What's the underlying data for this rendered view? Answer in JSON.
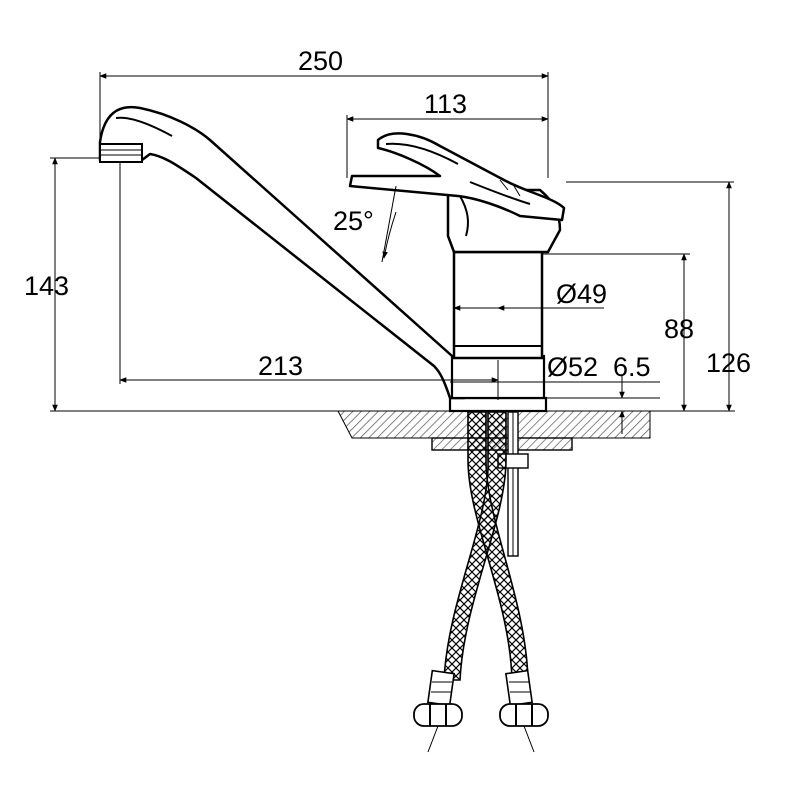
{
  "dimensions": {
    "overall_length": "250",
    "handle_length": "113",
    "lever_angle": "25°",
    "spout_height": "143",
    "spout_reach": "213",
    "body_diameter": "Ø49",
    "base_diameter": "Ø52",
    "base_height": "6.5",
    "body_height": "88",
    "total_height": "126"
  },
  "colors": {
    "line": "#000000",
    "hatch": "#555555",
    "background": "#ffffff"
  }
}
